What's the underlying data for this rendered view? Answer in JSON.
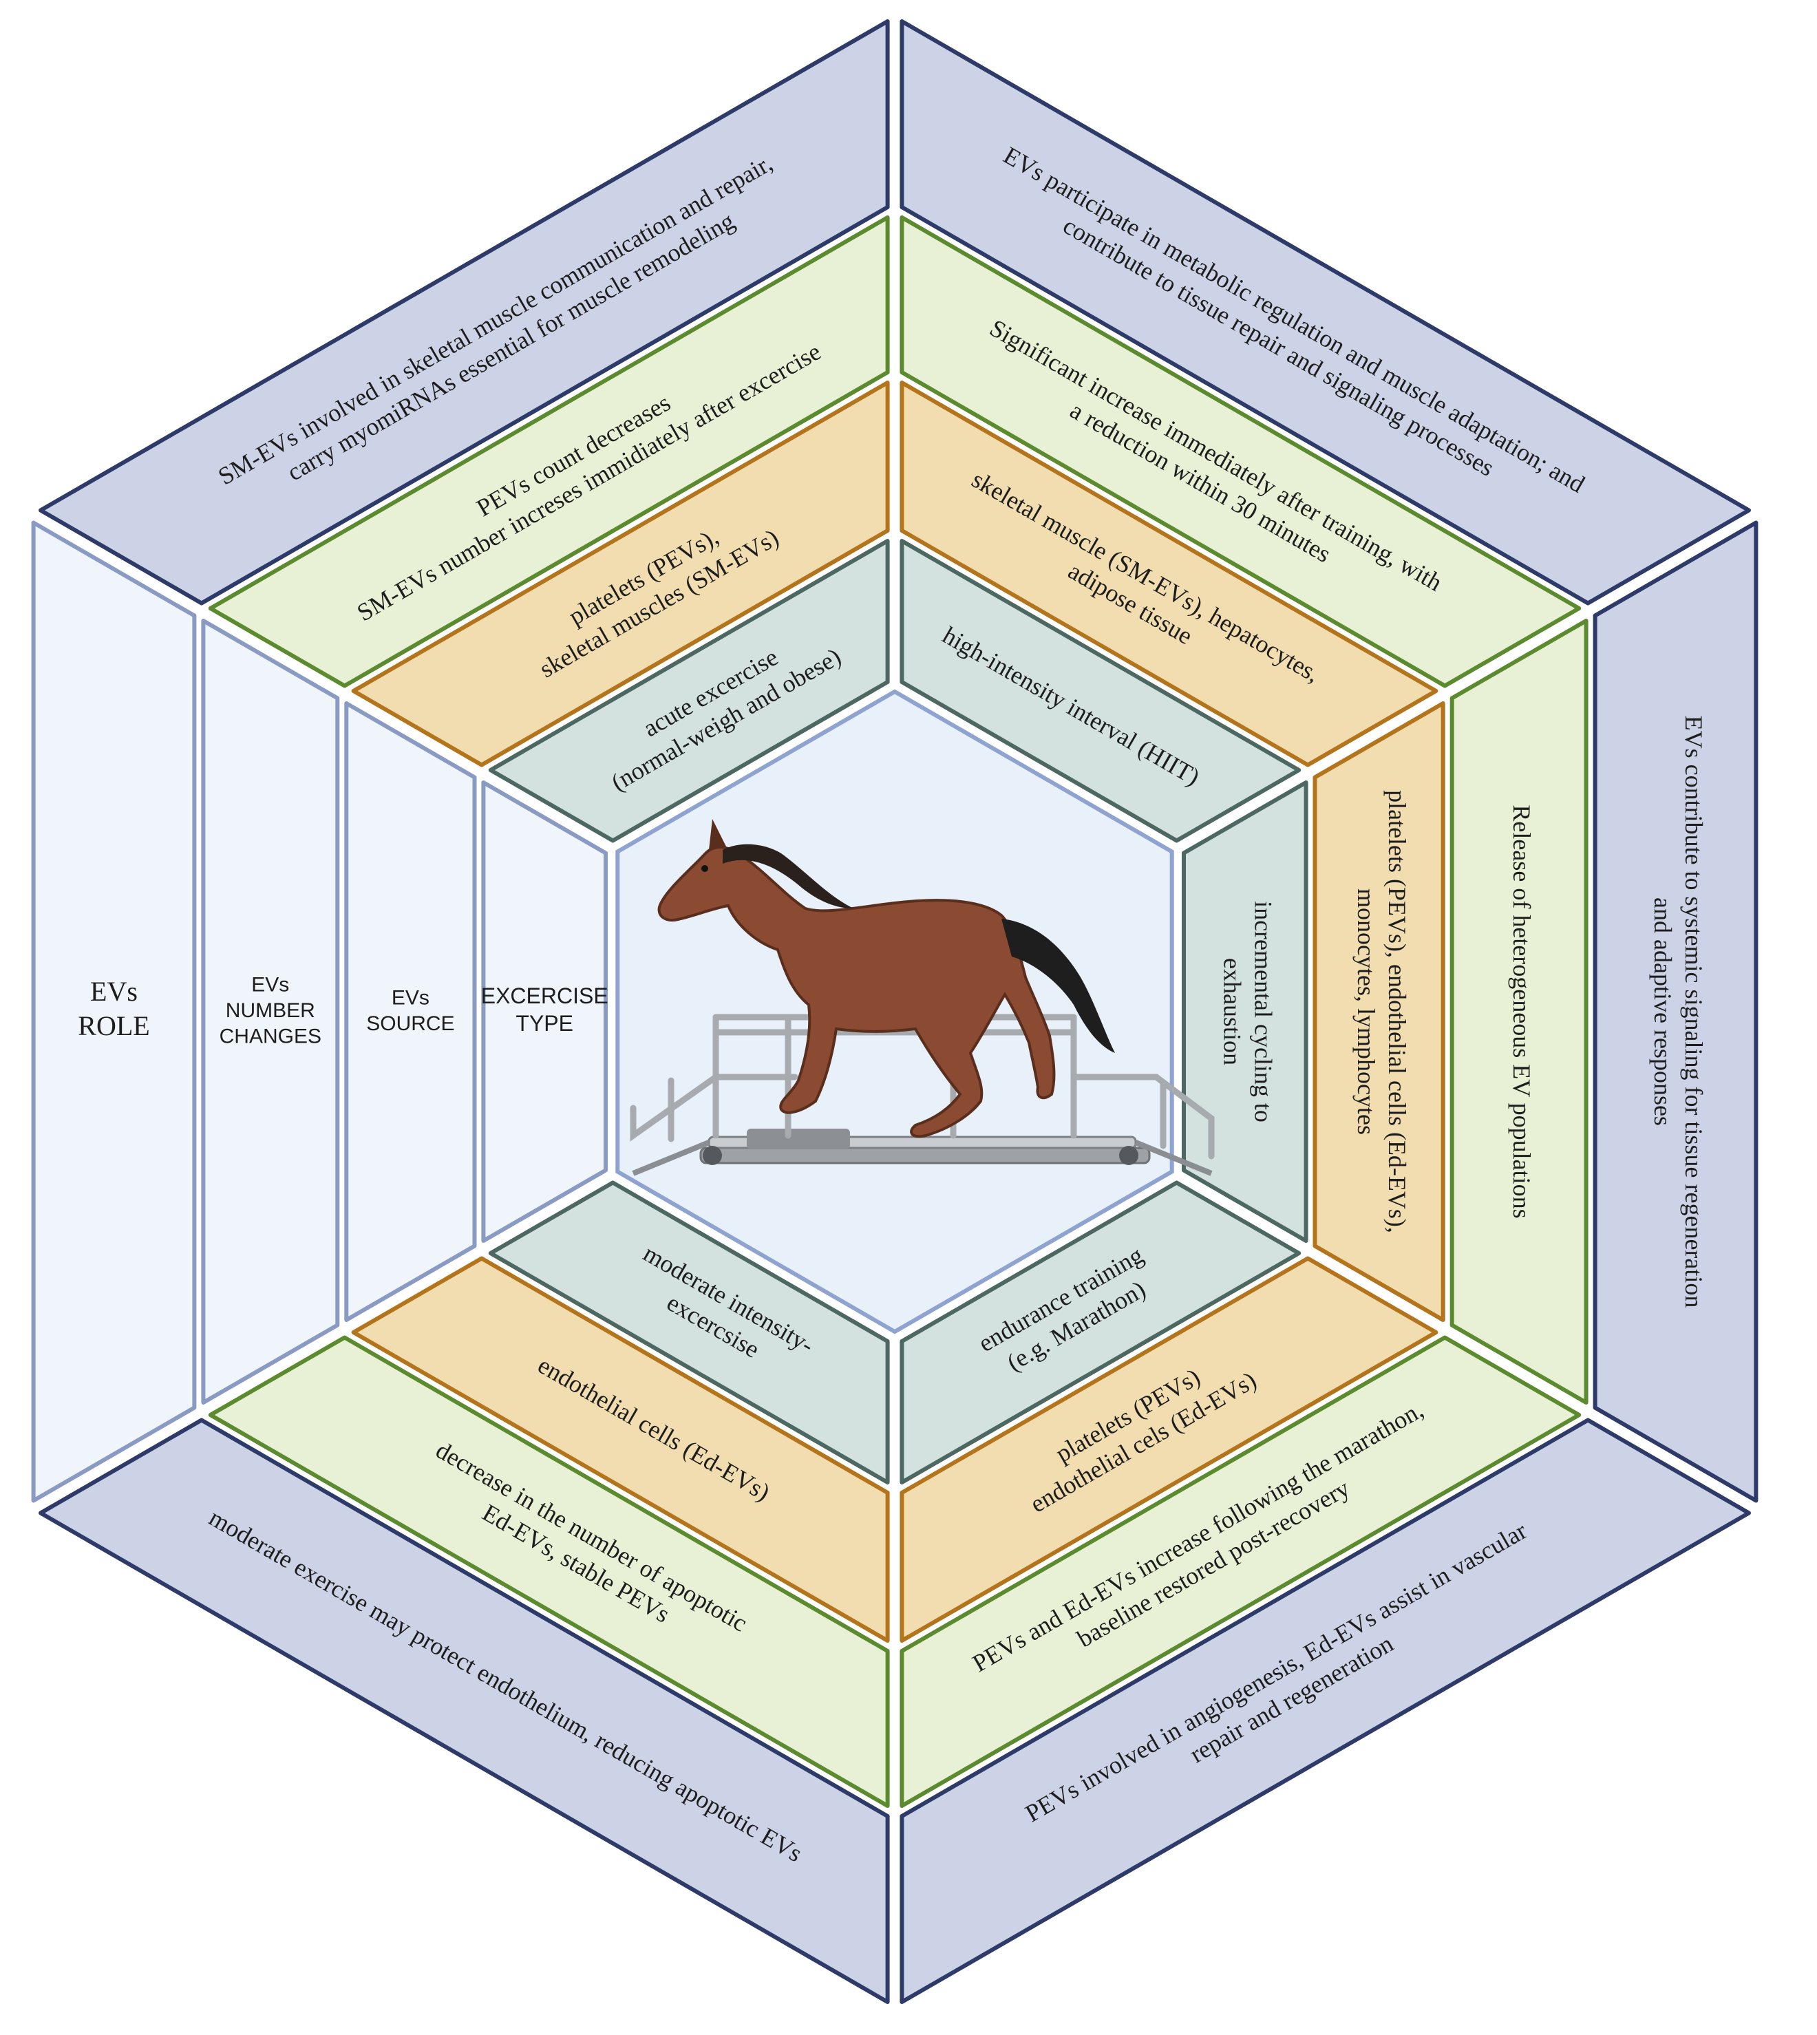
{
  "colors": {
    "ring_role_fill": "#cdd3e6",
    "ring_role_stroke": "#2e3a68",
    "ring_number_fill": "#e8f1d6",
    "ring_number_stroke": "#5c8a2e",
    "ring_source_fill": "#f1ddb0",
    "ring_source_stroke": "#b4741c",
    "ring_type_fill": "#d3e2df",
    "ring_type_stroke": "#4d6862",
    "center_fill": "#e8f0fa",
    "center_stroke": "#8ea3cf",
    "header_fill": "#f0f4fb",
    "header_stroke": "#8a9bc3"
  },
  "center_icon": "horse-on-treadmill",
  "headers": {
    "role": [
      "EVs",
      "ROLE"
    ],
    "number": [
      "EVs",
      "NUMBER",
      "CHANGES"
    ],
    "source": [
      "EVs",
      "SOURCE"
    ],
    "type": [
      "EXCERCISE",
      "TYPE"
    ]
  },
  "type": [
    [
      "acute excercise",
      "(normal-weigh and obese)"
    ],
    [
      "high-intensity interval (HIIT)"
    ],
    [
      "incremental cycling to",
      "exhaustion"
    ],
    [
      "endurance training",
      "(e.g. Marathon)"
    ],
    [
      "moderate intensity-",
      "excercsise"
    ]
  ],
  "source": [
    [
      "platelets (PEVs),",
      "skeletal muscles (SM-EVs)"
    ],
    [
      "skeletal muscle (SM-EVs), hepatocytes,",
      "adipose tissue"
    ],
    [
      "platelets (PEVs), endothelial cells (Ed-EVs),",
      "monocytes, lymphocytes"
    ],
    [
      "platelets (PEVs)",
      "endothelial cels (Ed-EVs)"
    ],
    [
      "endothelial cells (Ed-EVs)"
    ]
  ],
  "number": [
    [
      "PEVs count decreases",
      "SM-EVs number increses immidiately after excercise"
    ],
    [
      "Significant increase immediately after training, with",
      "a reduction within 30 minutes"
    ],
    [
      "Release of heterogeneous EV populations"
    ],
    [
      "PEVs and Ed-EVs increase following the marathon,",
      "baseline restored post-recovery"
    ],
    [
      "decrease in the number of apoptotic",
      "Ed-EVs, stable PEVs"
    ]
  ],
  "role": [
    [
      "SM-EVs involved in skeletal muscle communication and repair,",
      "carry myomiRNAs essential for muscle remodeling"
    ],
    [
      "EVs participate in metabolic regulation and muscle adaptation; and",
      "contribute to tissue repair and signaling processes"
    ],
    [
      "EVs contribute to systemic signaling for tissue regeneration",
      "and adaptive responses"
    ],
    [
      "PEVs involved in angiogenesis, Ed-EVs assist in vascular",
      "repair and regeneration"
    ],
    [
      "moderate exercise may protect endothelium, reducing apoptotic EVs"
    ]
  ]
}
